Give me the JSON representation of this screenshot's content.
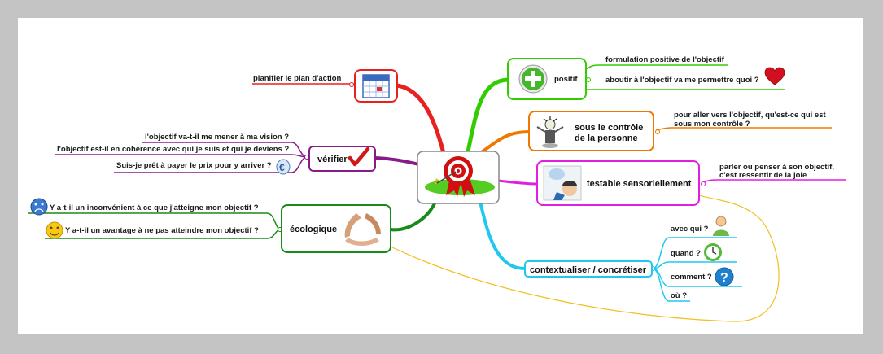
{
  "center": {
    "icon": "target-rosette-icon"
  },
  "branches": {
    "positif": {
      "label": "positif",
      "icon": "green-plus-icon",
      "color": "#33cc00",
      "children": [
        "formulation positive de l'objectif",
        "aboutir à l'objectif va me permettre quoi ?"
      ],
      "child_icons": [
        "heart-icon"
      ]
    },
    "controle": {
      "label_line1": "sous le contrôle",
      "label_line2": "de la personne",
      "icon": "stressed-person-icon",
      "color": "#f07800",
      "children_line1": "pour aller vers l'objectif, qu'est-ce qui est",
      "children_line2": "sous mon contrôle ?"
    },
    "sensoriel": {
      "label": "testable sensoriellement",
      "icon": "thinking-person-icon",
      "color": "#e020e0",
      "child_line1": "parler ou penser à son objectif,",
      "child_line2": "c'est ressentir de la joie"
    },
    "contexte": {
      "label": "contextualiser / concrétiser",
      "color": "#20c8f0",
      "children": [
        "avec qui ?",
        "quand ?",
        "comment ?",
        "où ?"
      ],
      "child_icons": [
        "person-icon",
        "clock-icon",
        "question-icon",
        ""
      ]
    },
    "planifier": {
      "label": "planifier le plan d'action",
      "icon": "calendar-icon",
      "color": "#e82020"
    },
    "verifier": {
      "label": "vérifier",
      "icon": "checkmark-icon",
      "color": "#8a1a8a",
      "children": [
        "l'objectif va-t-il me mener à ma vision ?",
        "l'objectif est-il en cohérence avec qui je suis et qui je deviens ?",
        "Suis-je prêt à payer le prix pour y arriver ?"
      ],
      "child_icons": [
        "",
        "",
        "euro-icon"
      ]
    },
    "ecologique": {
      "label": "écologique",
      "icon": "joined-hands-icon",
      "color": "#1a8a1a",
      "children": [
        "Y a-t-il un inconvénient à ce que j'atteigne mon objectif ?",
        "Y a-t-il un avantage à ne pas atteindre mon objectif ?"
      ],
      "child_icons": [
        "sad-face-icon",
        "smile-face-icon"
      ]
    }
  },
  "link_color": "#f0c020"
}
